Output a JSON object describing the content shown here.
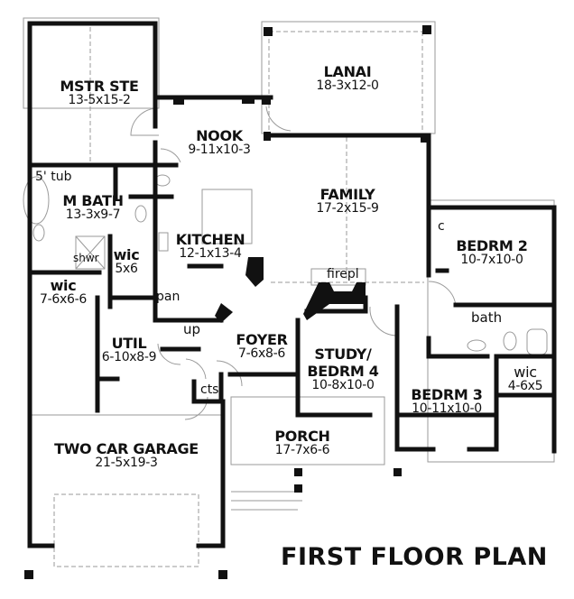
{
  "title": "FIRST FLOOR PLAN",
  "rooms": {
    "mstr_ste": {
      "name": "MSTR STE",
      "dim": "13-5x15-2"
    },
    "nook": {
      "name": "NOOK",
      "dim": "9-11x10-3"
    },
    "lanai": {
      "name": "LANAI",
      "dim": "18-3x12-0"
    },
    "family": {
      "name": "FAMILY",
      "dim": "17-2x15-9"
    },
    "m_bath": {
      "name": "M BATH",
      "dim": "13-3x9-7"
    },
    "kitchen": {
      "name": "KITCHEN",
      "dim": "12-1x13-4"
    },
    "bedrm2": {
      "name": "BEDRM 2",
      "dim": "10-7x10-0"
    },
    "wic_small": {
      "name": "wic",
      "dim": "5x6"
    },
    "wic_master": {
      "name": "wic",
      "dim": "7-6x6-6"
    },
    "util": {
      "name": "UTIL",
      "dim": "6-10x8-9"
    },
    "foyer": {
      "name": "FOYER",
      "dim": "7-6x8-6"
    },
    "study": {
      "name": "STUDY/",
      "name2": "BEDRM 4",
      "dim": "10-8x10-0"
    },
    "bedrm3": {
      "name": "BEDRM 3",
      "dim": "10-11x10-0"
    },
    "wic_bed3": {
      "name": "wic",
      "dim": "4-6x5"
    },
    "porch": {
      "name": "PORCH",
      "dim": "17-7x6-6"
    },
    "garage": {
      "name": "TWO CAR GARAGE",
      "dim": "21-5x19-3"
    }
  },
  "annotations": {
    "tub": "5' tub",
    "shower": "shwr",
    "pantry": "pan",
    "stairs": "up",
    "closet": "c",
    "bath": "bath",
    "fireplace": "firepl",
    "cabinets": "cts"
  },
  "colors": {
    "wall": "#111111",
    "thin": "#9a9a9a",
    "background": "#ffffff"
  }
}
